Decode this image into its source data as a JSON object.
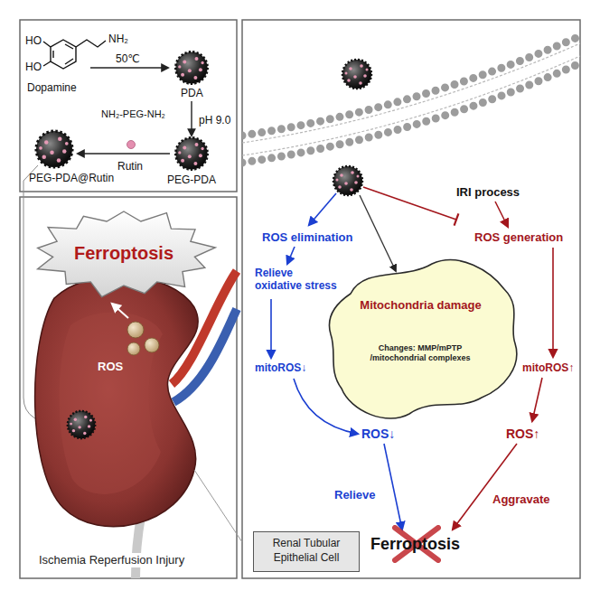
{
  "diagram": {
    "nodes": [
      {
        "text": [
          "Ferroptosis"
        ]
      },
      {
        "text": [
          "Mitochondria damage",
          "Changes: MMP/mPTP /mitochondrial complexes"
        ]
      },
      {
        "text": [
          "Renal Tubular Epithelial Cell"
        ]
      }
    ],
    "labels": [
      "HO",
      "HO",
      "NH₂",
      "Dopamine",
      "50℃",
      "PDA",
      "NH₂-PEG-NH₂",
      "pH 9.0",
      "PEG-PDA",
      "Rutin",
      "PEG-PDA@Rutin",
      "ROS",
      "Ischemia Reperfusion Injury",
      "IRI process",
      "ROS elimination",
      "ROS generation",
      "Relieve oxidative stress",
      "mitoROS↓",
      "mitoROS↑",
      "ROS↓",
      "ROS↑",
      "Relieve",
      "Aggravate",
      "Ferroptosis"
    ]
  }
}
